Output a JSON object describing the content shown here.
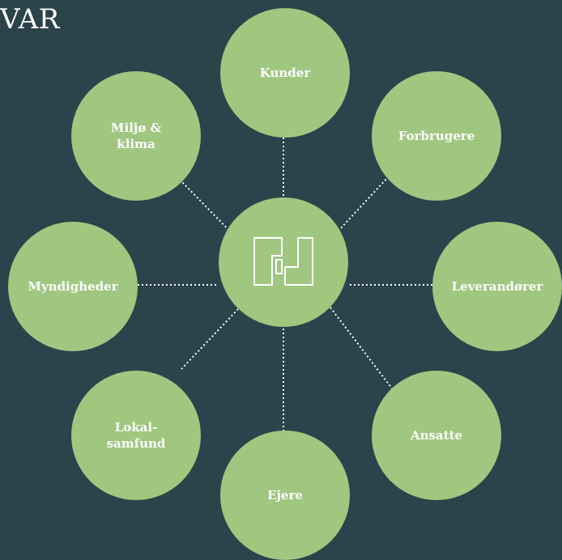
{
  "title": "VAR",
  "center": {
    "icon": "company-logo-icon"
  },
  "stakeholders": [
    {
      "id": "kunder",
      "label": "Kunder"
    },
    {
      "id": "forbrugere",
      "label": "Forbrugere"
    },
    {
      "id": "leverandorer",
      "label": "Leverandører"
    },
    {
      "id": "ansatte",
      "label": "Ansatte"
    },
    {
      "id": "ejere",
      "label": "Ejere"
    },
    {
      "id": "lokalsamfund",
      "label": "Lokal-\nsamfund"
    },
    {
      "id": "myndigheder",
      "label": "Myndigheder"
    },
    {
      "id": "miljo-klima",
      "label": "Miljø &\nklima"
    }
  ],
  "colors": {
    "background": "#2b434a",
    "circle": "#9fc780",
    "text": "#ffffff",
    "connector": "#ffffff"
  }
}
